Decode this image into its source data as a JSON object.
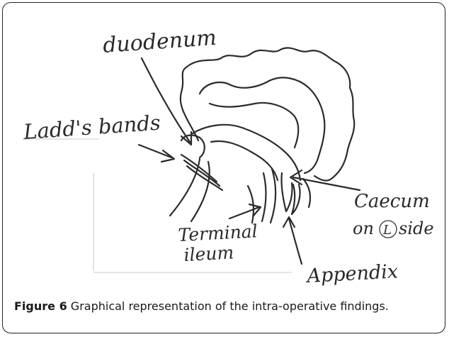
{
  "labels": {
    "duodenum": "duodenum",
    "ladds_bands": "Ladd's bands",
    "caecum_line1": "Caecum",
    "caecum_line2": "on",
    "caecum_circle": "L",
    "caecum_line2_end": "side",
    "terminal_line1": "Terminal",
    "terminal_line2": "ileum",
    "appendix": "Appendix"
  },
  "caption": {
    "figure_label": "Figure 6",
    "text": "Graphical representation of the intra-operative findings."
  }
}
